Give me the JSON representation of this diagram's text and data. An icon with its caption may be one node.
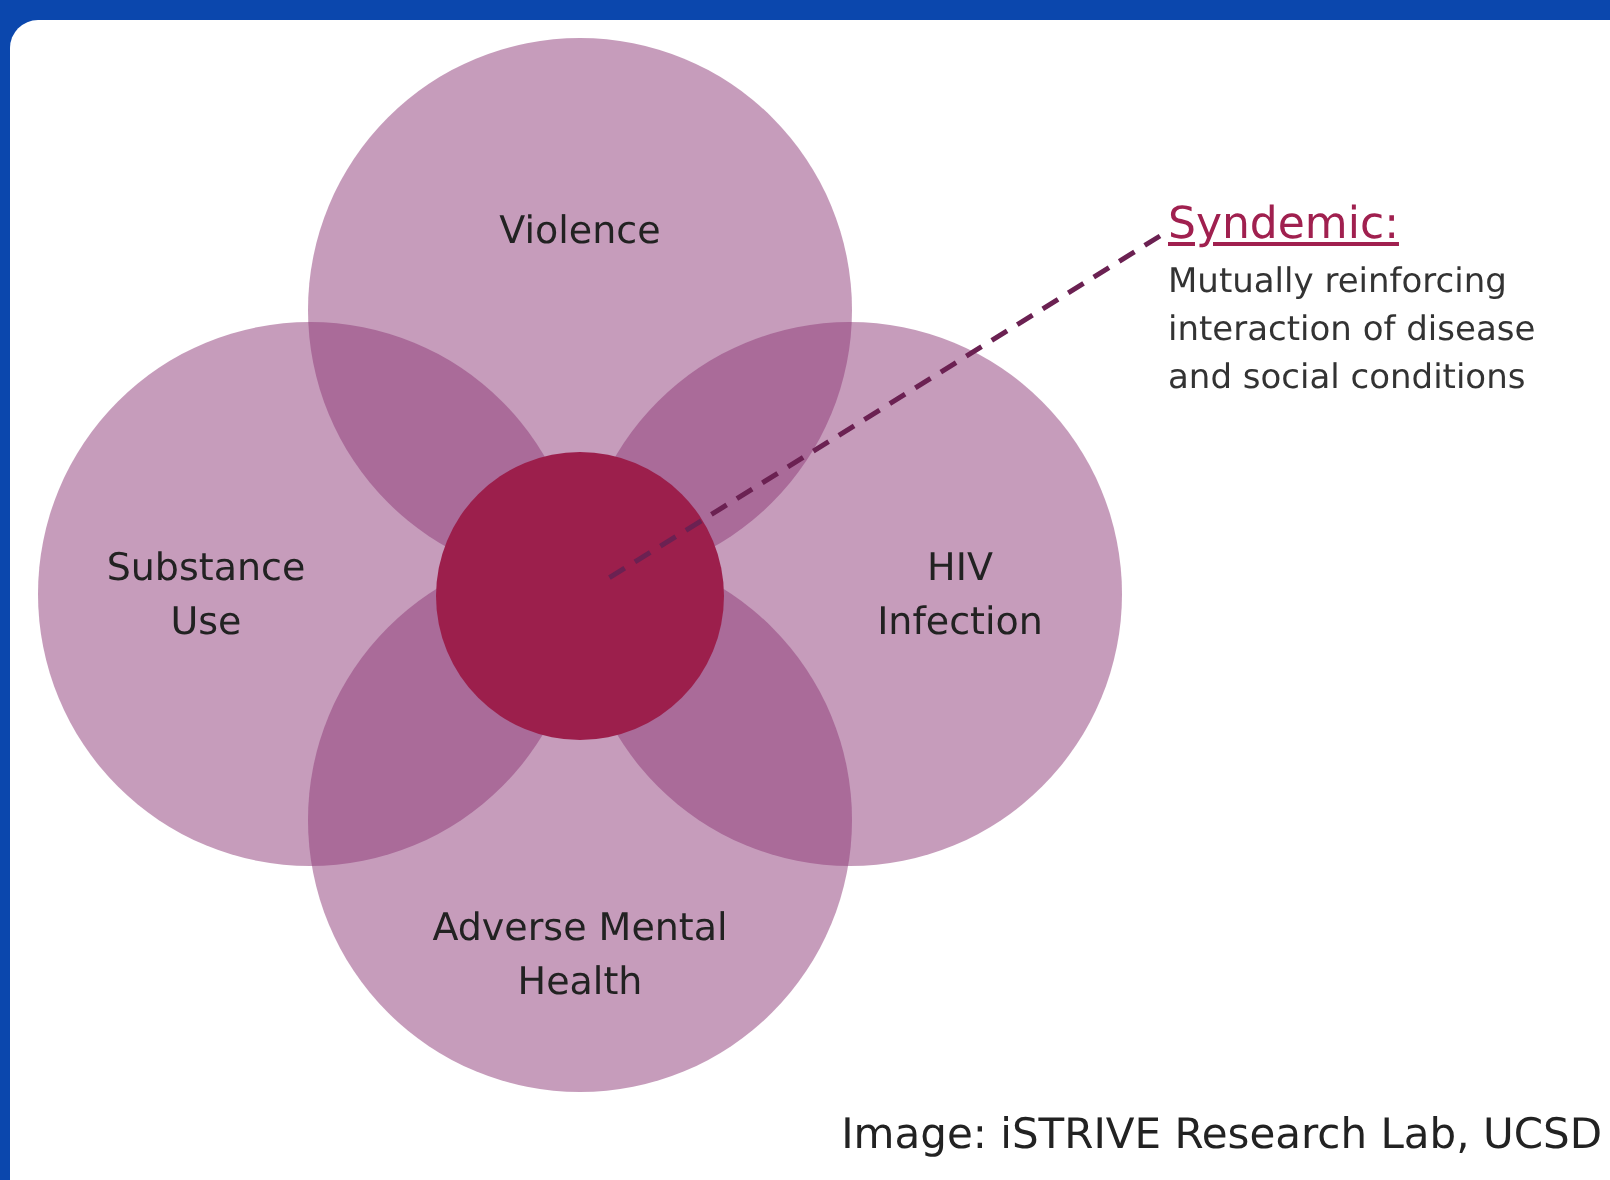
{
  "diagram": {
    "caption": "Image: iSTRIVE Research Lab, UCSD",
    "nodes": [
      {
        "text": [
          "Violence"
        ]
      },
      {
        "text": [
          "Substance Use"
        ]
      },
      {
        "text": [
          "HIV Infection"
        ]
      },
      {
        "text": [
          "Adverse Mental Health"
        ]
      },
      {
        "text": [],
        "shape": "circle"
      },
      {
        "text": [
          "Syndemic:",
          "Mutually reinforcing interaction of disease and social conditions"
        ]
      }
    ],
    "edges": [
      {
        "from": 5,
        "to": 4,
        "arrow": "none",
        "style": "dashed"
      }
    ]
  }
}
